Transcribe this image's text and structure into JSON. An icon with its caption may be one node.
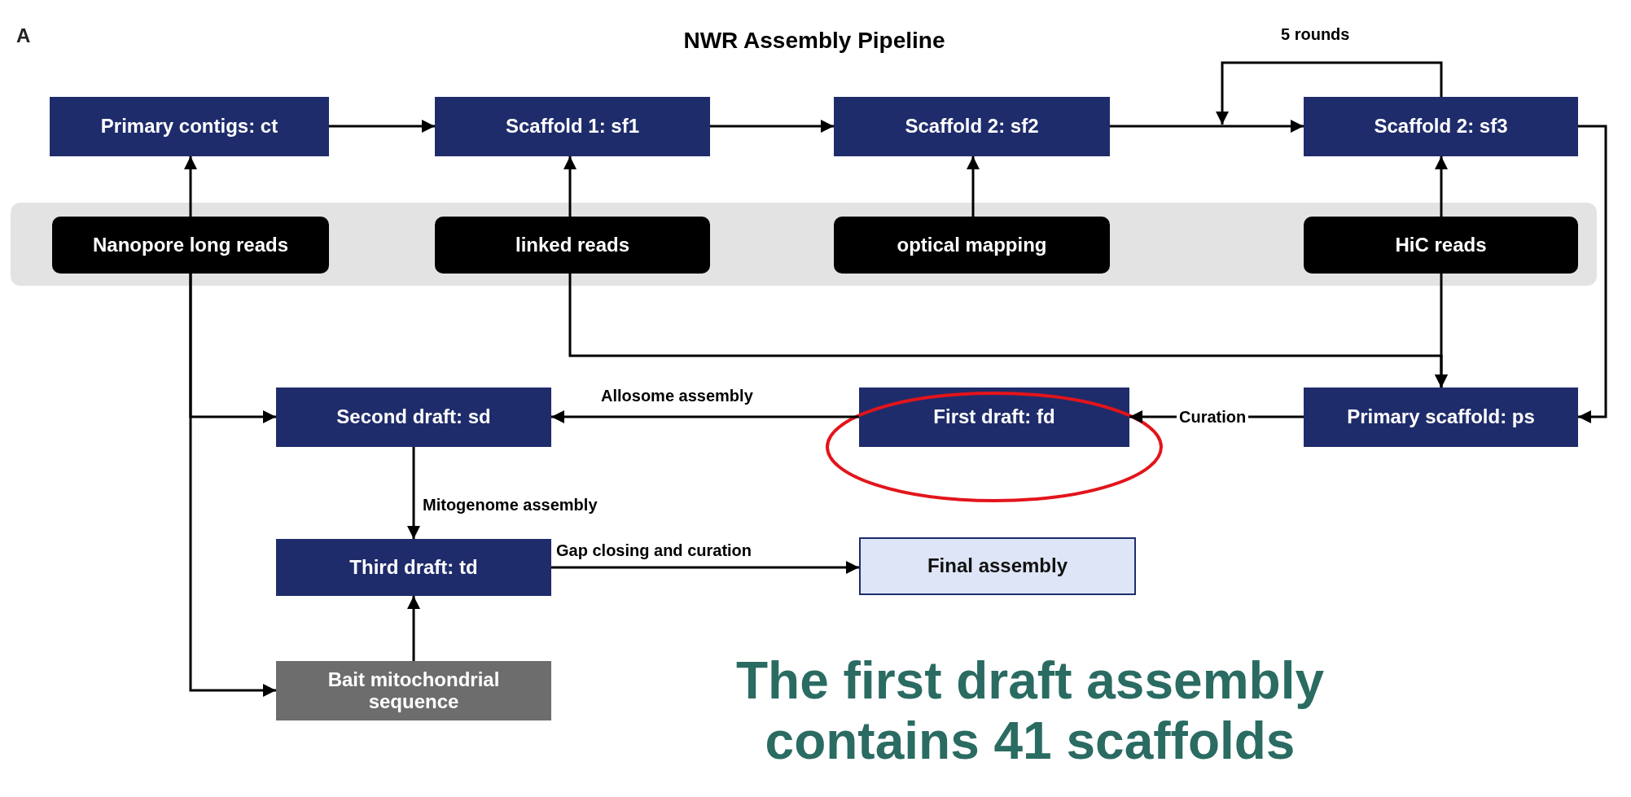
{
  "diagram": {
    "title": "NWR Assembly Pipeline",
    "nodes": [
      {
        "text": [
          "Primary contigs: ct"
        ]
      },
      {
        "text": [
          "Scaffold 1: sf1"
        ]
      },
      {
        "text": [
          "Scaffold 2: sf2"
        ]
      },
      {
        "text": [
          "Scaffold 2: sf3"
        ]
      },
      {
        "text": [],
        "shape": "box"
      },
      {
        "text": [
          "Nanopore long reads"
        ],
        "in": 4
      },
      {
        "text": [
          "linked reads"
        ],
        "in": 4
      },
      {
        "text": [
          "optical mapping"
        ],
        "in": 4
      },
      {
        "text": [
          "HiC reads"
        ],
        "in": 4
      },
      {
        "text": [
          "Second draft: sd"
        ]
      },
      {
        "text": [
          "First draft: fd"
        ]
      },
      {
        "text": [
          "Primary scaffold: ps"
        ]
      },
      {
        "text": [
          "Third draft: td"
        ]
      },
      {
        "text": [
          "Final assembly"
        ]
      },
      {
        "text": [
          "Bait mitochondrial sequence"
        ]
      }
    ],
    "edges": [
      {
        "from": 0,
        "to": 1,
        "arrow": "to"
      },
      {
        "from": 1,
        "to": 2,
        "arrow": "to"
      },
      {
        "from": 2,
        "to": 3,
        "arrow": "to"
      },
      {
        "from": 3,
        "to": null,
        "arrow": "to",
        "label": "5 rounds"
      },
      {
        "from": 5,
        "to": 0,
        "arrow": "to"
      },
      {
        "from": 6,
        "to": 1,
        "arrow": "to"
      },
      {
        "from": 7,
        "to": 2,
        "arrow": "to"
      },
      {
        "from": 8,
        "to": 3,
        "arrow": "to"
      },
      {
        "from": 8,
        "to": 11,
        "arrow": "to"
      },
      {
        "from": 6,
        "to": 11,
        "arrow": "to"
      },
      {
        "from": 3,
        "to": 11,
        "arrow": "to"
      },
      {
        "from": 11,
        "to": 10,
        "arrow": "to",
        "label": "Curation"
      },
      {
        "from": 10,
        "to": 9,
        "arrow": "to",
        "label": "Allosome assembly"
      },
      {
        "from": 5,
        "to": 9,
        "arrow": "to"
      },
      {
        "from": 5,
        "to": 14,
        "arrow": "to"
      },
      {
        "from": 9,
        "to": 12,
        "arrow": "to",
        "label": "Mitogenome assembly"
      },
      {
        "from": 14,
        "to": 12,
        "arrow": "to"
      },
      {
        "from": 12,
        "to": 13,
        "arrow": "to",
        "label": "Gap closing and curation"
      }
    ],
    "labels": [
      "A",
      "The first draft assembly contains 41 scaffolds"
    ]
  }
}
